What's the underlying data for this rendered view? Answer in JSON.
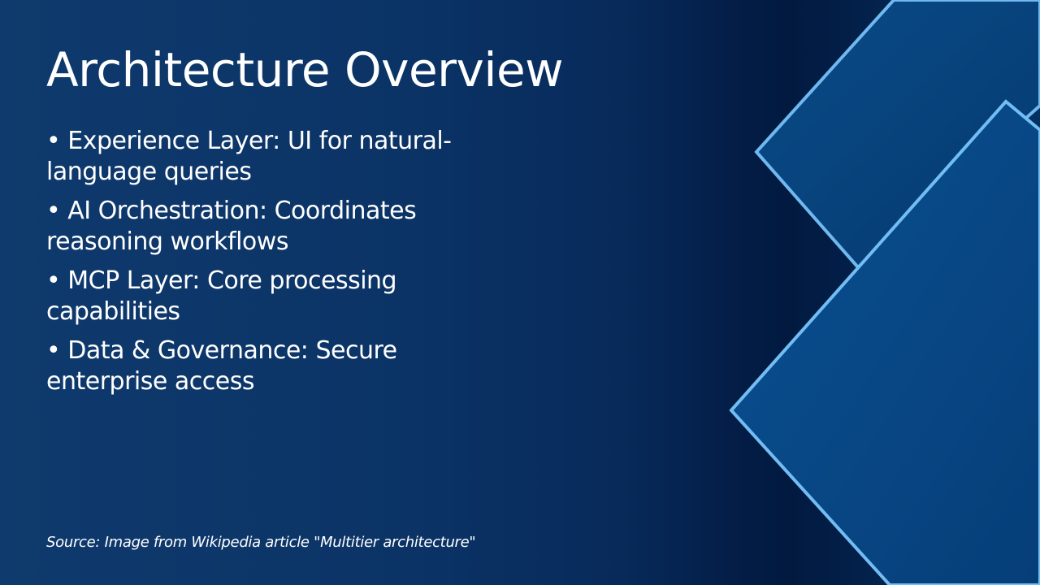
{
  "slide": {
    "title": "Architecture Overview",
    "bullets": [
      "• Experience Layer: UI for natural-language queries",
      "• AI Orchestration: Coordinates reasoning workflows",
      "• MCP Layer: Core processing capabilities",
      "• Data & Governance: Secure enterprise access"
    ],
    "source": "Source: Image from Wikipedia article \"Multitier architecture\""
  },
  "colors": {
    "background": "#0b3366",
    "diamond_fill": "#0a4a86",
    "diamond_edge": "#6fb8f0"
  }
}
